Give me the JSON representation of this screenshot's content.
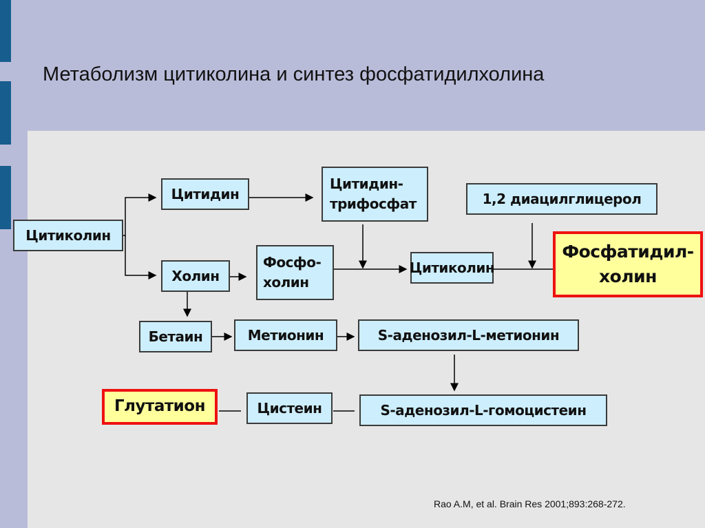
{
  "title": "Метаболизм цитиколина и синтез фосфатидилхолина",
  "nodes": {
    "citicoline_source": "Цитиколин",
    "cytidine": "Цитидин",
    "choline": "Холин",
    "ctp": "Цитидин-\nтрифосфат",
    "dag": "1,2 диацилглицерол",
    "phosphocholine": "Фосфо-\nхолин",
    "citicoline": "Цитиколин",
    "phosphatidylcholine": "Фосфатидил-\nхолин",
    "betaine": "Бетаин",
    "methionine": "Метионин",
    "sam": "S-аденозил-L-метионин",
    "glutathione": "Глутатион",
    "cysteine": "Цистеин",
    "sah": "S-аденозил-L-гомоцистеин"
  },
  "citation": "Rao A.M, et al. Brain Res 2001;893:268-272.",
  "colors": {
    "box_fill": "#cdeefc",
    "highlight_fill": "#ffff9c",
    "highlight_border": "#ee1111",
    "accent_bar": "#175d8d"
  }
}
